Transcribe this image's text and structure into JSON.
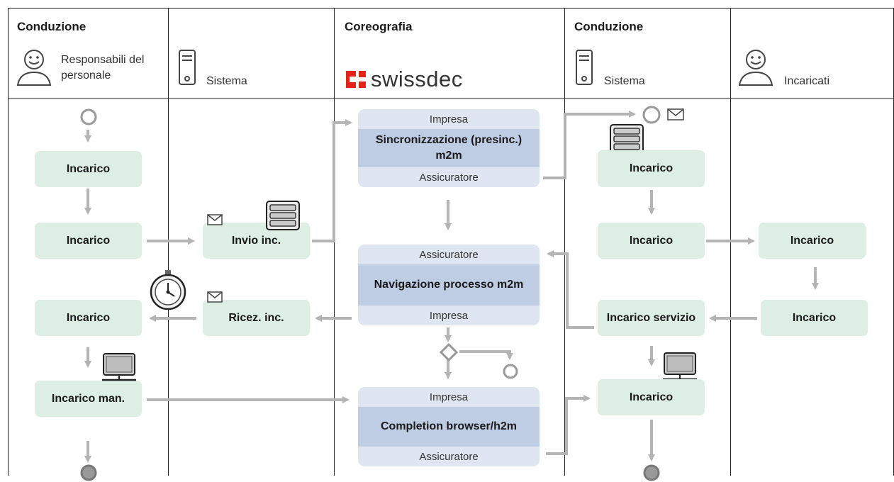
{
  "header": {
    "col1_title": "Conduzione",
    "col1_role": "Responsabili del personale",
    "col2_role": "Sistema",
    "col3_title": "Coreografia",
    "col3_logo": "swissdec",
    "col4_title": "Conduzione",
    "col4_role": "Sistema",
    "col5_role": "Incaricati"
  },
  "lane1": {
    "b1": "Incarico",
    "b2": "Incarico",
    "b3": "Incarico",
    "b4": "Incarico man."
  },
  "lane2": {
    "b1": "Invio inc.",
    "b2": "Ricez. inc."
  },
  "chor1": {
    "top": "Impresa",
    "mid": "Sincronizzazione (presinc.) m2m",
    "bot": "Assicuratore"
  },
  "chor2": {
    "top": "Assicuratore",
    "mid": "Navigazione processo m2m",
    "bot": "Impresa"
  },
  "chor3": {
    "top": "Impresa",
    "mid": "Completion browser/h2m",
    "bot": "Assicuratore"
  },
  "lane4": {
    "b1": "Incarico",
    "b2": "Incarico",
    "b3": "Incarico servizio",
    "b4": "Incarico"
  },
  "lane5": {
    "b1": "Incarico",
    "b2": "Incarico"
  },
  "icons": [
    "person-icon",
    "server-icon",
    "envelope-icon",
    "monitor-icon",
    "timer-icon",
    "gateway-icon"
  ],
  "colors": {
    "task": "#ddeee4",
    "chor_band": "#dfe6f1",
    "chor_mid": "#bfcde4",
    "arrow": "#b4b4b4",
    "logo_red": "#e2231a"
  }
}
